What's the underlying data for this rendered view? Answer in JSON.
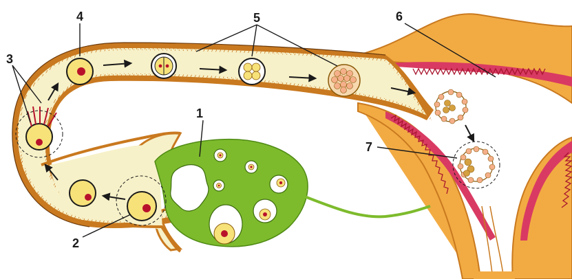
{
  "labels": {
    "l1": "1",
    "l2": "2",
    "l3": "3",
    "l4": "4",
    "l5": "5",
    "l6": "6",
    "l7": "7"
  },
  "colors": {
    "tube_fill": "#f7f1c9",
    "tube_wall": "#c9791f",
    "ovary": "#7dbb2c",
    "uterus": "#f2ab43",
    "endometrium": "#d93a63",
    "egg_fill": "#f7e27a",
    "nucleus": "#b8122b"
  },
  "icons": [
    "fallopian-tube",
    "ovary",
    "uterus",
    "ovum",
    "zygote",
    "morula",
    "blastocyst"
  ]
}
